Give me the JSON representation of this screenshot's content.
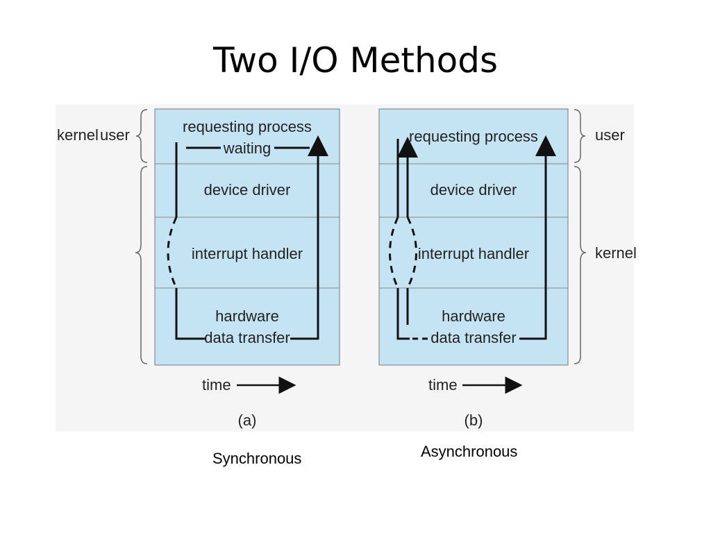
{
  "title": "Two I/O Methods",
  "colors": {
    "panel_fill": "#c5e4f3",
    "line": "#111111",
    "divider": "#888888"
  },
  "panel_a": {
    "layers": {
      "user_process": "requesting process",
      "waiting": "waiting",
      "device_driver": "device driver",
      "interrupt_handler": "interrupt handler",
      "hardware": "hardware",
      "data_transfer": "data transfer"
    },
    "brace_labels": {
      "kernel": "kernel",
      "user": "user"
    },
    "time_label": "time",
    "sublabel": "(a)",
    "caption": "Synchronous"
  },
  "panel_b": {
    "layers": {
      "user_process": "requesting process",
      "device_driver": "device driver",
      "interrupt_handler": "interrupt handler",
      "hardware": "hardware",
      "data_transfer": "data transfer"
    },
    "brace_labels": {
      "user": "user",
      "kernel": "kernel"
    },
    "time_label": "time",
    "sublabel": "(b)",
    "caption": "Asynchronous"
  }
}
